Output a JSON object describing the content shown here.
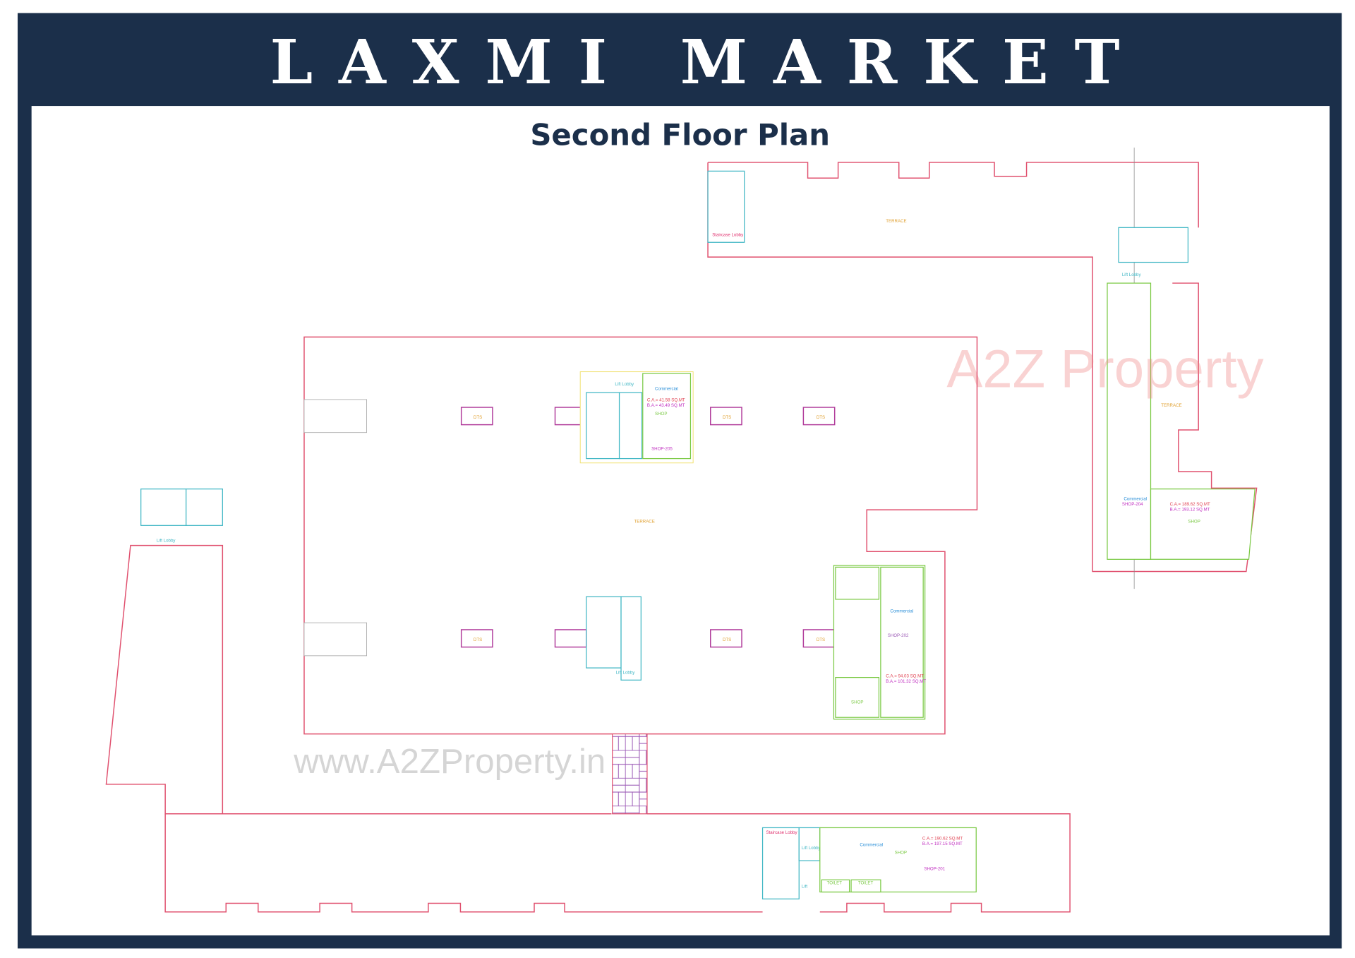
{
  "header": {
    "title": "LAXMI MARKET",
    "subtitle": "Second Floor Plan"
  },
  "colors": {
    "frame": "#1b2f4a",
    "wall": "#e0506e",
    "paving": "#9b59b6",
    "shop_outline": "#7ac943",
    "core_outline": "#3fb6c4"
  },
  "labels": {
    "terrace": "TERRACE",
    "commercial": "Commercial",
    "staircase_lobby": "Staircase Lobby",
    "lift_lobby": "Lift Lobby",
    "lift": "Lift",
    "toilet": "TOILET",
    "shop": "SHOP",
    "dts": "DTS"
  },
  "shops": [
    {
      "id": "SHOP-205",
      "carpet_area": "C.A.= 41.58 SQ.MT",
      "builtup_area": "B.A.= 43.49 SQ.MT"
    },
    {
      "id": "SHOP-202",
      "carpet_area": "C.A.= 94.03 SQ.MT",
      "builtup_area": "B.A.= 101.32 SQ.MT"
    },
    {
      "id": "SHOP-201",
      "carpet_area": "C.A.= 190.62 SQ.MT",
      "builtup_area": "B.A.= 197.15 SQ.MT"
    },
    {
      "id": "SHOP-204",
      "carpet_area": "C.A.= 189.62 SQ.MT",
      "builtup_area": "B.A.= 193.12 SQ.MT"
    }
  ],
  "watermarks": {
    "logo": "A2Z Property",
    "url": "www.A2ZProperty.in"
  }
}
